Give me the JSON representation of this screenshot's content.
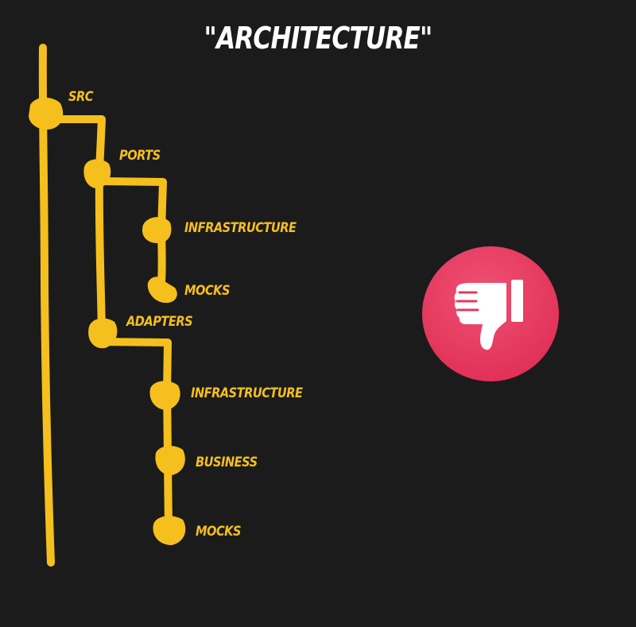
{
  "title": "\"ARCHITECTURE\"",
  "accent_color": "#f5bf1d",
  "background_color": "#1b1b1b",
  "badge": {
    "icon": "thumbs-down-icon",
    "color": "#e5385c"
  },
  "tree": {
    "nodes": [
      {
        "id": "src",
        "label": "SRC",
        "level": 0
      },
      {
        "id": "ports",
        "label": "PORTS",
        "level": 1,
        "parent": "src"
      },
      {
        "id": "ports-infrastructure",
        "label": "INFRASTRUCTURE",
        "level": 2,
        "parent": "ports"
      },
      {
        "id": "ports-mocks",
        "label": "MOCKS",
        "level": 2,
        "parent": "ports"
      },
      {
        "id": "adapters",
        "label": "ADAPTERS",
        "level": 1,
        "parent": "src"
      },
      {
        "id": "adapters-infrastructure",
        "label": "INFRASTRUCTURE",
        "level": 2,
        "parent": "adapters"
      },
      {
        "id": "adapters-business",
        "label": "BUSINESS",
        "level": 2,
        "parent": "adapters"
      },
      {
        "id": "adapters-mocks",
        "label": "MOCKS",
        "level": 2,
        "parent": "adapters"
      }
    ]
  }
}
